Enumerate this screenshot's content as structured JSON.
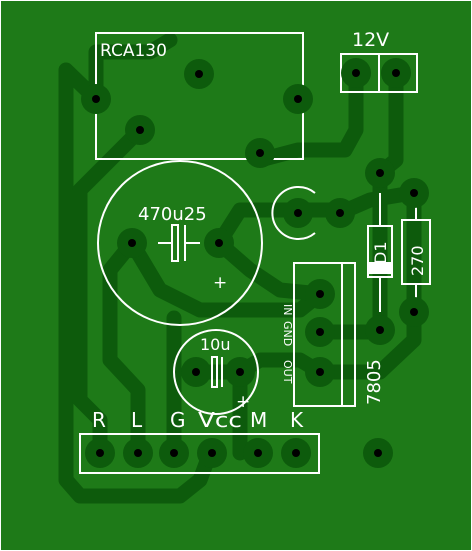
{
  "board": {
    "colors": {
      "background": "#ffffff",
      "board_fill": "#1e7a18",
      "copper_trace": "#0d5b0c",
      "pad": "#0d5b0c",
      "drill_hole": "#000000",
      "silkscreen": "#ffffff"
    }
  },
  "components": {
    "relay": {
      "label": "RCA130"
    },
    "power_header": {
      "label": "12V"
    },
    "cap_large": {
      "label": "470u25",
      "polarity": "+"
    },
    "cap_small": {
      "label": "10u",
      "polarity": "+"
    },
    "diode": {
      "label": "D1"
    },
    "resistor": {
      "label": "270"
    },
    "regulator": {
      "label": "7805",
      "pins": [
        "IN",
        "GND",
        "OUT"
      ]
    },
    "output_header": {
      "pins": [
        "R",
        "L",
        "G",
        "Vcc",
        "M",
        "K"
      ]
    }
  }
}
